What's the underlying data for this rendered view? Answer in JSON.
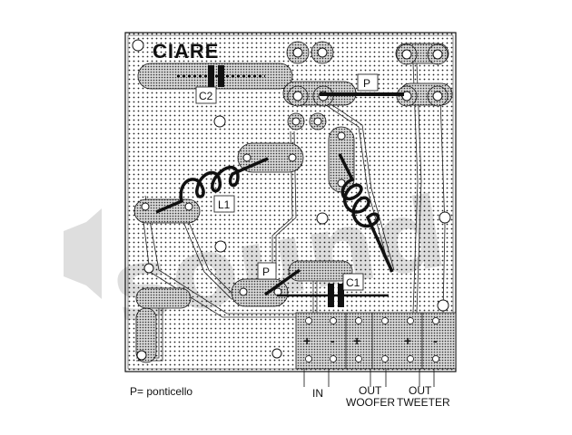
{
  "board": {
    "brand": "CIARE",
    "watermark": "sound",
    "components": {
      "c1": "C1",
      "c2": "C2",
      "l1": "L1",
      "p_top": "P",
      "p_mid": "P"
    },
    "terminals": {
      "plus_1": "+",
      "minus_1": "-",
      "plus_2": "+",
      "plus_3": "+",
      "minus_3": "-"
    }
  },
  "legend": {
    "bridge_note": "P= ponticello"
  },
  "outputs": {
    "in": "IN",
    "out_woofer": "OUT",
    "woofer": "WOOFER",
    "out_tweeter": "OUT",
    "tweeter": "TWEETER"
  },
  "colors": {
    "ink": "#111111",
    "pad": "#c8c8c8",
    "watermark": "#d9d9d9"
  }
}
